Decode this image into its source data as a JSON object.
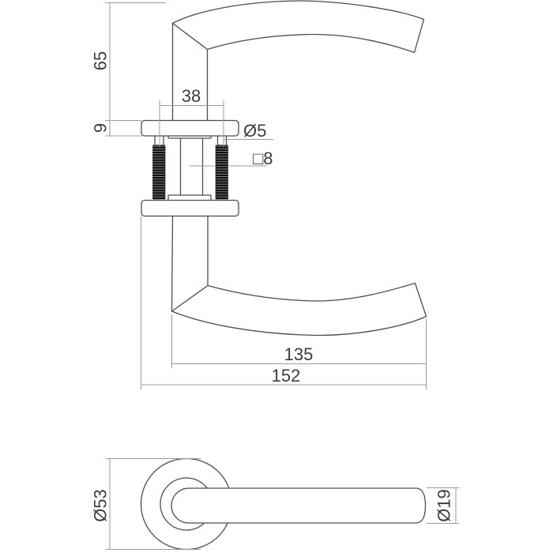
{
  "front_view": {
    "dim_height": "65",
    "dim_rose_thickness": "9",
    "dim_screw_spacing": "38",
    "dim_screw_diameter": "Ø5",
    "dim_spindle_square": "□8",
    "dim_lever_reach": "135",
    "dim_overall_length": "152"
  },
  "side_view": {
    "dim_rose_diameter": "Ø53",
    "dim_lever_diameter": "Ø19"
  },
  "colors": {
    "object_line": "#4d4d4d",
    "dimension_line": "#9b9b9b",
    "label_text": "#3d3d3d",
    "thread_fill": "#101010",
    "background": "#ffffff"
  }
}
